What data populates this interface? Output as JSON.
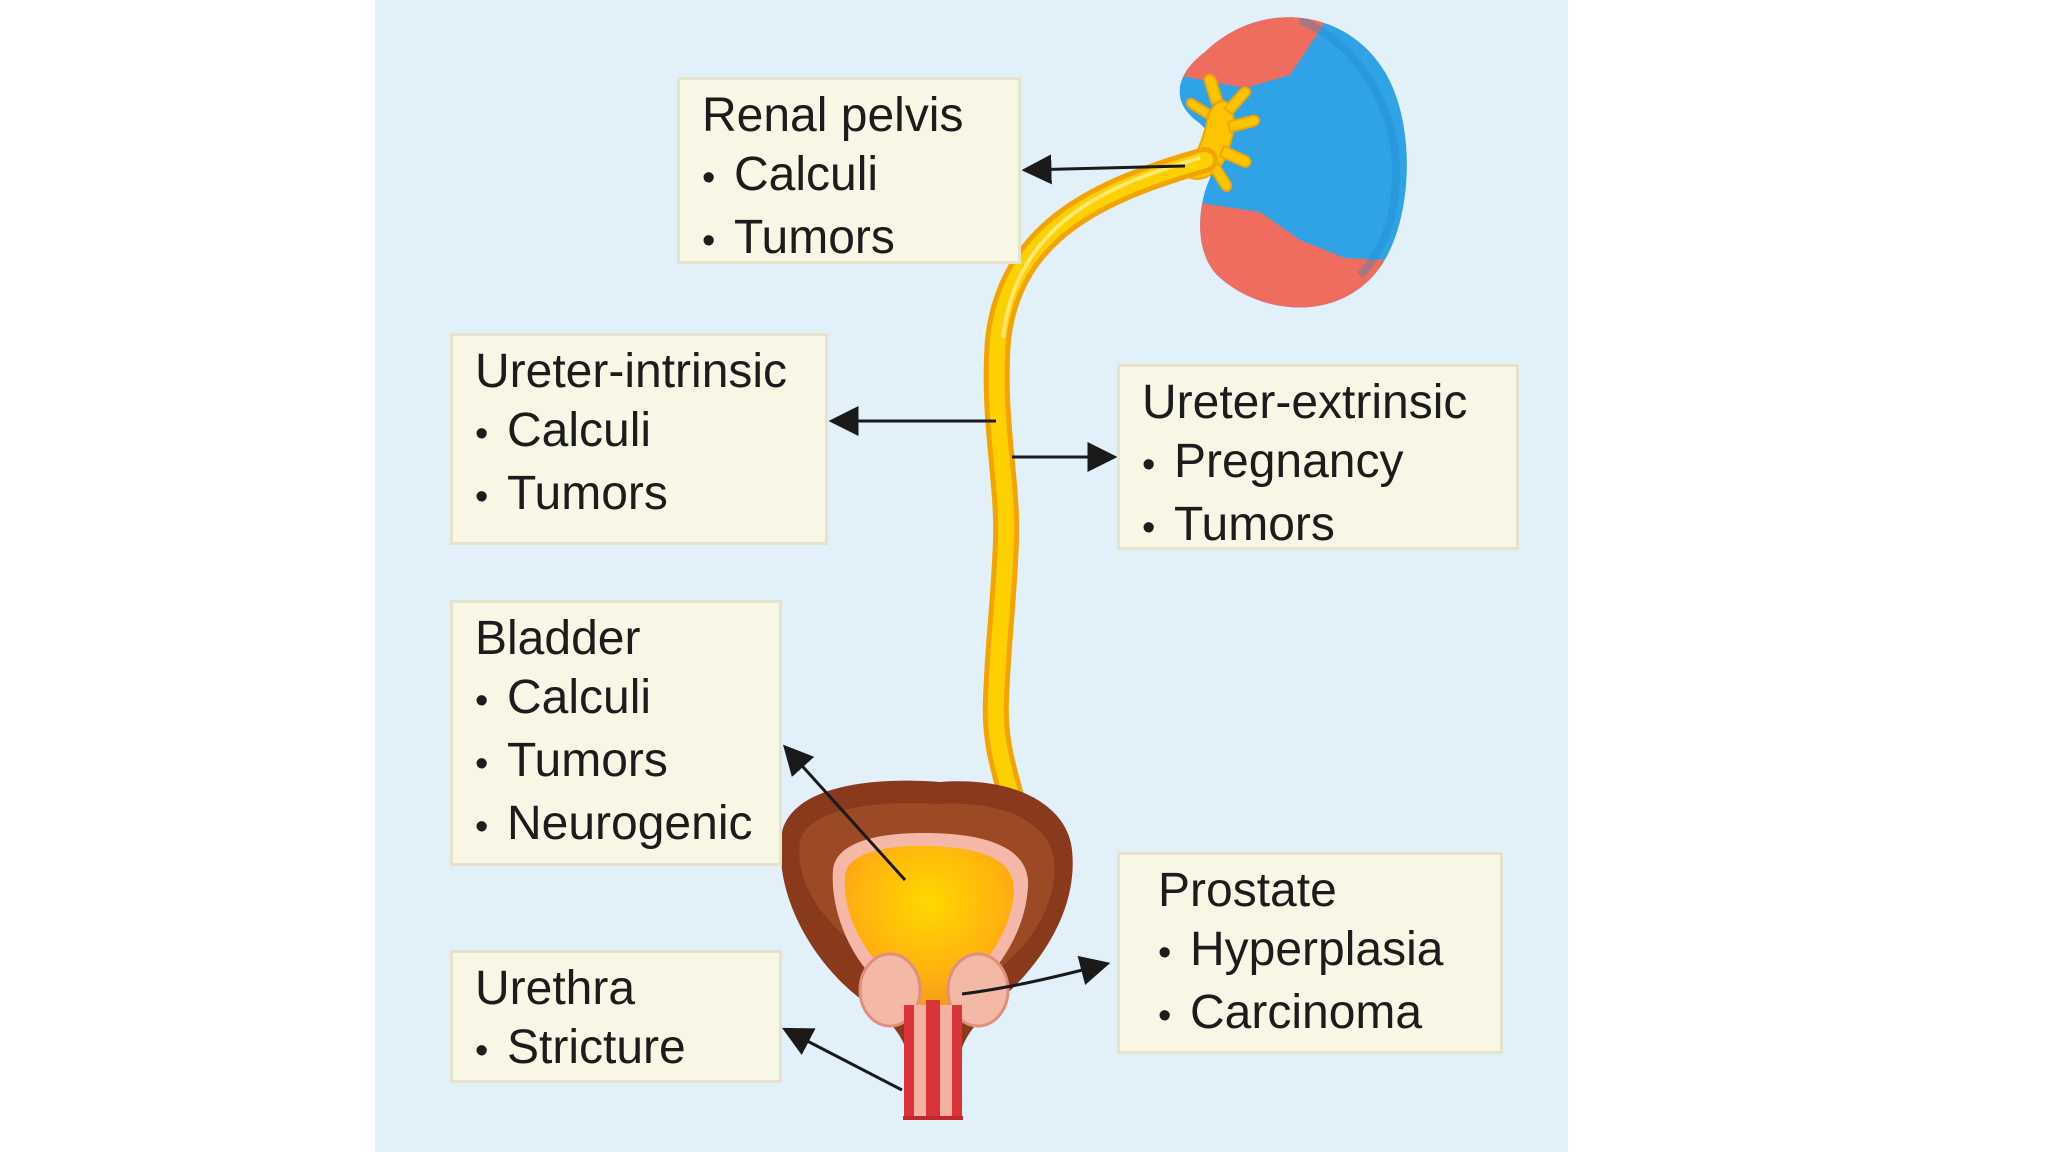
{
  "boxes": {
    "renal_pelvis": {
      "title": "Renal pelvis",
      "items": [
        "Calculi",
        "Tumors"
      ]
    },
    "ureter_intrinsic": {
      "title": "Ureter-intrinsic",
      "items": [
        "Calculi",
        "Tumors"
      ]
    },
    "ureter_extrinsic": {
      "title": "Ureter-extrinsic",
      "items": [
        "Pregnancy",
        "Tumors"
      ]
    },
    "bladder": {
      "title": "Bladder",
      "items": [
        "Calculi",
        "Tumors",
        "Neurogenic"
      ]
    },
    "urethra": {
      "title": "Urethra",
      "items": [
        "Stricture"
      ]
    },
    "prostate": {
      "title": "Prostate",
      "items": [
        "Hyperplasia",
        "Carcinoma"
      ]
    }
  },
  "colors": {
    "background_panel": "#e2f0fa",
    "box_fill": "#f8f6e5",
    "kidney_blue": "#2fa3e6",
    "kidney_red": "#ef6d5f",
    "ureter_yellow": "#ffc400",
    "bladder_brown": "#8a3a1c",
    "bladder_lumen": "#ffbf10",
    "arrow": "#1a1a1a"
  }
}
